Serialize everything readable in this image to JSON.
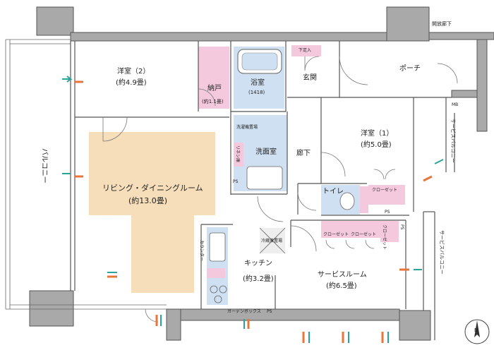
{
  "labels": {
    "open_corridor": "開放廊下",
    "western_room_2": "洋室（2）",
    "western_room_2_area": "(約4.9畳)",
    "closet_nando": "納戸",
    "nando_area": "(約1.1畳)",
    "bathroom": "浴室",
    "bathroom_size": "(1418)",
    "shoebox": "下足入",
    "entrance": "玄関",
    "porch": "ポーチ",
    "mb": "MB",
    "western_room_1": "洋室（1）",
    "western_room_1_area": "(約5.0畳)",
    "service_balcony_top": "サービスバルコニー",
    "balcony": "バルコニー",
    "washer_space": "洗濯機置場",
    "linen": "リネン庫",
    "washroom": "洗面室",
    "hallway": "廊下",
    "toilet": "トイレ",
    "closet_1": "クローゼット",
    "ps_1": "PS",
    "ps_2": "PS",
    "ps_3": "PS",
    "ps_4": "PS",
    "living_dining": "リビング・ダイニングルーム",
    "living_dining_area": "(約13.0畳)",
    "counter": "カウンター",
    "fridge_space": "冷蔵庫置場",
    "closet_2": "クローゼット",
    "closet_3": "クローゼット",
    "closet_4": "クローゼット",
    "kitchen": "キッチン",
    "kitchen_area": "(約3.2畳)",
    "service_room": "サービスルーム",
    "service_room_area": "(約6.5畳)",
    "service_balcony_right": "サービスバルコニー",
    "garden_box": "ガーデンボックス",
    "north": "N"
  },
  "colors": {
    "living_fill": "#f7deba",
    "wet_fill": "#cfe0f2",
    "storage_fill": "#f5c9dd",
    "wall_fill": "#a9a9a9",
    "airflow_teal": "#2aa39a",
    "airflow_orange": "#e8763a"
  }
}
